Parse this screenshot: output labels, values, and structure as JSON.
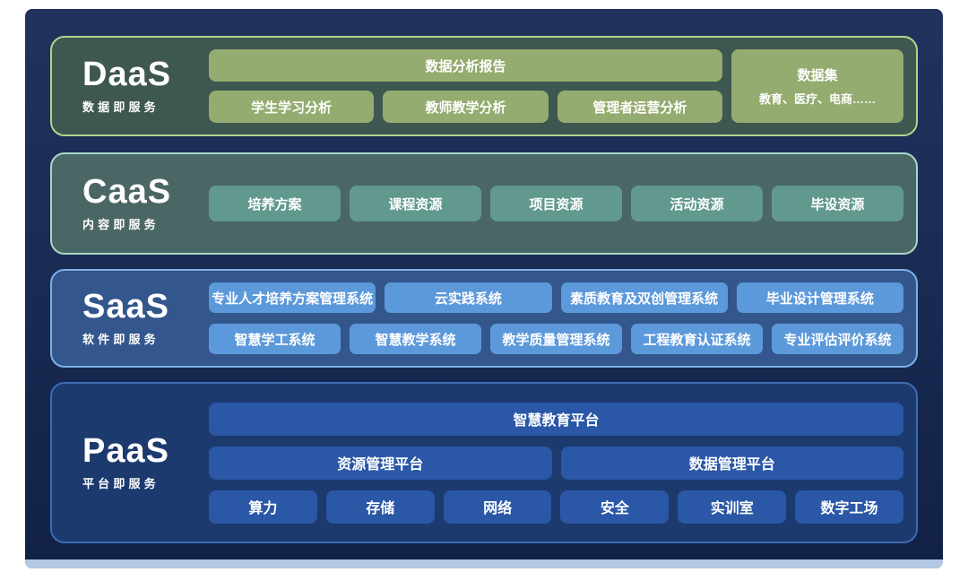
{
  "layers": {
    "daas": {
      "acronym": "DaaS",
      "subtitle": "数据即服务",
      "report_pill": "数据分析报告",
      "dataset_box": {
        "title": "数据集",
        "desc": "教育、医疗、电商……"
      },
      "row2": [
        "学生学习分析",
        "教师教学分析",
        "管理者运营分析"
      ]
    },
    "caas": {
      "acronym": "CaaS",
      "subtitle": "内容即服务",
      "pills": [
        "培养方案",
        "课程资源",
        "项目资源",
        "活动资源",
        "毕设资源"
      ]
    },
    "saas": {
      "acronym": "SaaS",
      "subtitle": "软件即服务",
      "row1": [
        "专业人才培养方案管理系统",
        "云实践系统",
        "素质教育及双创管理系统",
        "毕业设计管理系统"
      ],
      "row2": [
        "智慧学工系统",
        "智慧教学系统",
        "教学质量管理系统",
        "工程教育认证系统",
        "专业评估评价系统"
      ]
    },
    "paas": {
      "acronym": "PaaS",
      "subtitle": "平台即服务",
      "top_pill": "智慧教育平台",
      "mid_pills": [
        "资源管理平台",
        "数据管理平台"
      ],
      "bottom_pills": [
        "算力",
        "存储",
        "网络",
        "安全",
        "实训室",
        "数字工场"
      ]
    }
  },
  "colors": {
    "background": "#18284e",
    "daas": {
      "panel": "#3e5750",
      "border": "#b5d38e",
      "pill": "#94ac6f"
    },
    "caas": {
      "panel": "#4b6765",
      "border": "#a9d6c8",
      "pill": "#62998f"
    },
    "saas": {
      "panel": "#33568d",
      "border": "#7fb0e6",
      "pill": "#5c99da"
    },
    "paas": {
      "panel": "#1d3a6f",
      "border": "#3e6bb2",
      "pill": "#2a57a6"
    },
    "accent_bar": "#b3c7e2",
    "text": "#ffffff"
  }
}
